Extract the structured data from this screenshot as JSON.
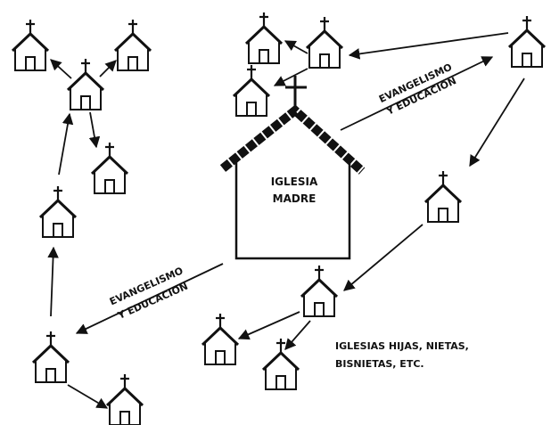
{
  "mother_church": {
    "line1": "IGLESIA",
    "line2": "MADRE"
  },
  "labels": {
    "upper_line1": "EVANGELISMO",
    "upper_line2": "Y EDUCACION",
    "lower_line1": "EVANGELISMO",
    "lower_line2": "Y EDUCACION",
    "daughters_line1": "IGLESIAS HIJAS, NIETAS,",
    "daughters_line2": "BISNIETAS, ETC."
  },
  "colors": {
    "ink": "#111111",
    "background": "#ffffff"
  }
}
